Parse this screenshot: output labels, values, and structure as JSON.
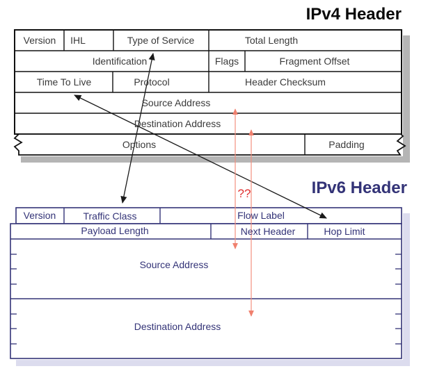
{
  "ipv4": {
    "title": "IPv4 Header",
    "fields": {
      "version": "Version",
      "ihl": "IHL",
      "type_of_service": "Type of Service",
      "total_length": "Total Length",
      "identification": "Identification",
      "flags": "Flags",
      "fragment_offset": "Fragment Offset",
      "time_to_live": "Time To Live",
      "protocol": "Protocol",
      "header_checksum": "Header Checksum",
      "source_address": "Source Address",
      "destination_address": "Destination Address",
      "options": "Options",
      "padding": "Padding"
    }
  },
  "ipv6": {
    "title": "IPv6 Header",
    "fields": {
      "version": "Version",
      "traffic_class": "Traffic Class",
      "flow_label": "Flow Label",
      "payload_length": "Payload Length",
      "next_header": "Next Header",
      "hop_limit": "Hop Limit",
      "source_address": "Source Address",
      "destination_address": "Destination Address"
    }
  },
  "annotations": {
    "mapping_question": "??"
  },
  "arrows": [
    {
      "from": "IPv4 Type of Service",
      "to": "IPv6 Traffic Class",
      "style": "black-double-headed"
    },
    {
      "from": "IPv4 Time To Live",
      "to": "IPv6 Hop Limit",
      "style": "black-double-headed"
    },
    {
      "from": "IPv4 Source Address",
      "to": "IPv6 Source Address",
      "style": "salmon-double-headed"
    },
    {
      "from": "IPv4 Destination Address",
      "to": "IPv6 Destination Address",
      "style": "salmon-double-headed"
    }
  ],
  "colors": {
    "ipv4_border": "#111111",
    "ipv4_text": "#3A3A3A",
    "ipv4_shadow": "#B5B5B5",
    "ipv6_accent": "#333377",
    "ipv6_shadow": "#DCDCEE",
    "arrow_black": "#1A1A1A",
    "arrow_salmon": "#F2907E",
    "question_red": "#E03030"
  }
}
